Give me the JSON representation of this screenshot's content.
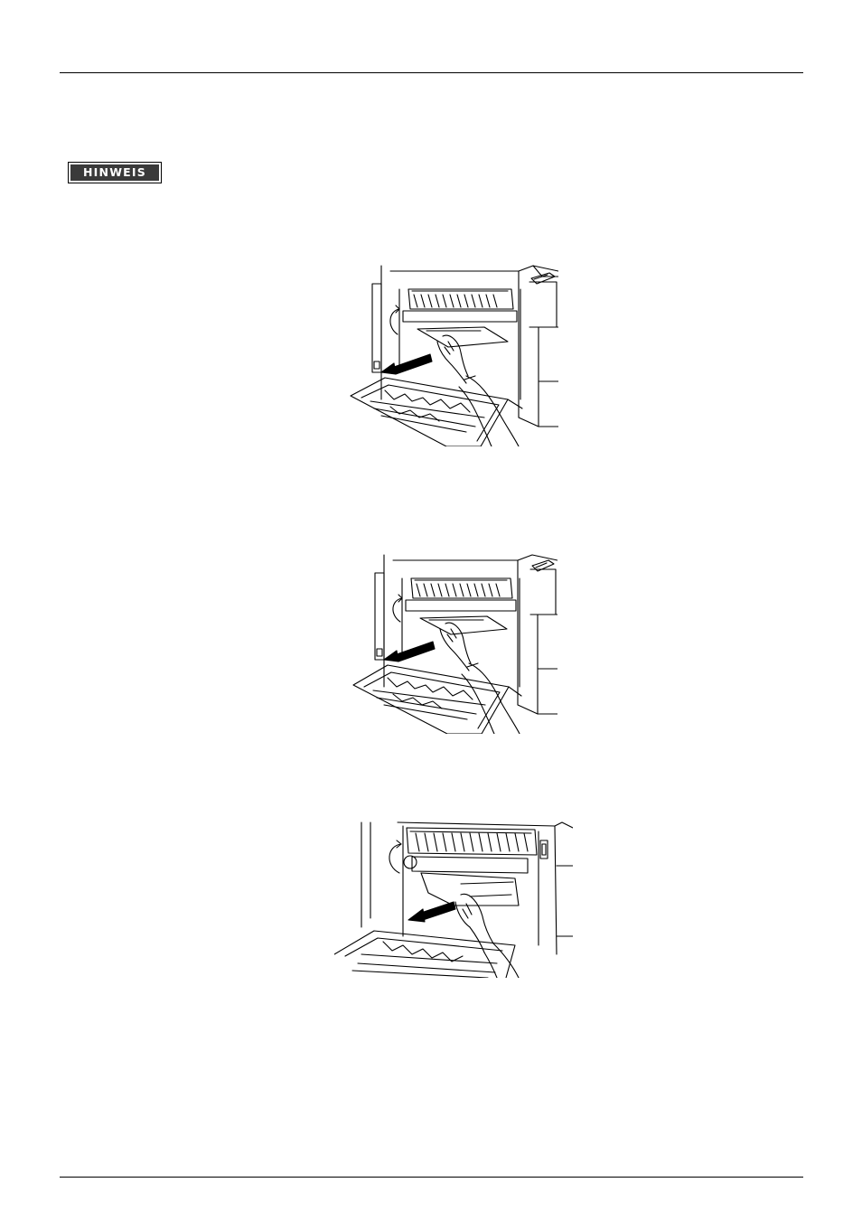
{
  "note": {
    "label": "HINWEIS"
  },
  "figures": [
    {
      "name": "figure-1",
      "subject": "printer-side-door-open-paper-removal"
    },
    {
      "name": "figure-2",
      "subject": "printer-side-door-open-paper-removal"
    },
    {
      "name": "figure-3",
      "subject": "printer-fuser-paper-removal-closeup"
    }
  ],
  "colors": {
    "rule": "#000000",
    "badge_background": "#3a3a3a",
    "badge_text": "#ffffff",
    "line_art": "#000000"
  }
}
